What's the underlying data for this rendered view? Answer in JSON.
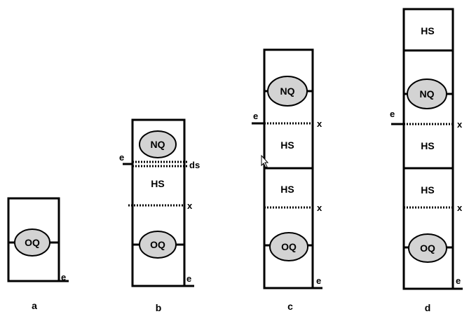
{
  "labels": {
    "oq": "OQ",
    "nq": "NQ",
    "hs": "HS",
    "e": "e",
    "x": "x",
    "ds": "ds"
  },
  "panels": [
    "a",
    "b",
    "c",
    "d"
  ],
  "colors": {
    "stroke": "#000000",
    "ellipse_fill": "#d3d3d3",
    "background": "#ffffff"
  }
}
